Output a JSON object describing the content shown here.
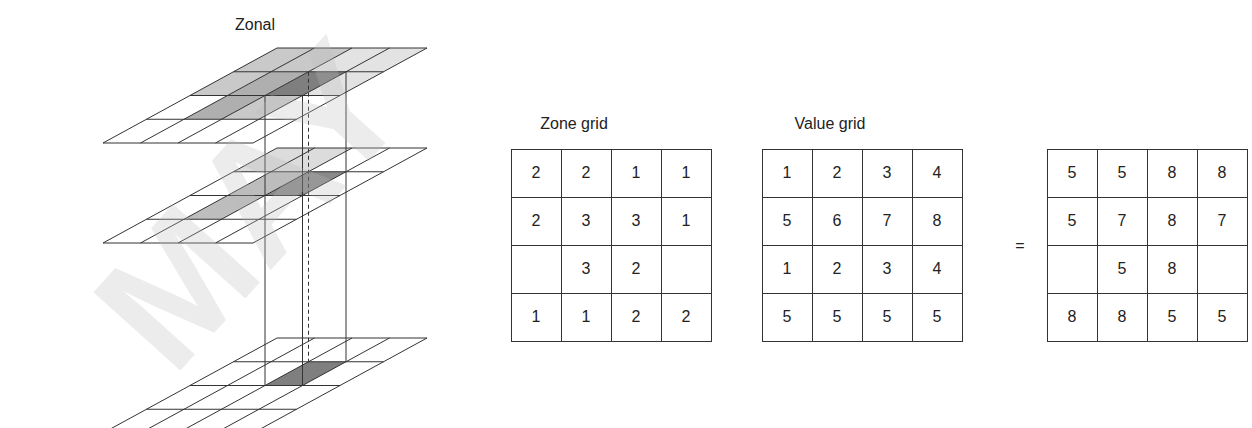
{
  "diagram": {
    "title": "Zonal",
    "labels": [
      "Zone grid",
      "2",
      "2",
      "1",
      "1",
      "2",
      "3",
      "3",
      "1",
      "3",
      "2",
      "1",
      "1",
      "2",
      "2",
      "Value grid",
      "1",
      "2",
      "3",
      "4",
      "5",
      "6",
      "7",
      "8",
      "1",
      "2",
      "3",
      "4",
      "5",
      "5",
      "5",
      "5",
      "=",
      "5",
      "5",
      "8",
      "8",
      "5",
      "7",
      "8",
      "7",
      "5",
      "8",
      "8",
      "8",
      "5",
      "5",
      "MAY"
    ]
  }
}
